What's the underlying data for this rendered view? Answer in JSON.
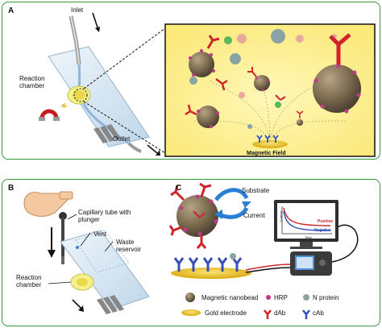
{
  "panel_a": {
    "letter": "A",
    "inlet": "Inlet",
    "reaction_chamber_line1": "Reaction",
    "reaction_chamber_line2": "chamber",
    "outlet": "Outlet",
    "magnetic_field": "Magnetic Field"
  },
  "panel_b": {
    "letter": "B",
    "capillary_line1": "Capillary tube with",
    "capillary_line2": "plunger",
    "vent": "Vent",
    "waste_line1": "Waste",
    "waste_line2": "reservoir",
    "reaction_chamber_line1": "Reaction",
    "reaction_chamber_line2": "chamber"
  },
  "panel_c": {
    "letter": "C",
    "substrate": "Substrate",
    "current": "Current",
    "chart_positive": "Positive",
    "chart_negative": "Negative",
    "chart_ylabel": "Current",
    "chart_xlabel": "Time",
    "legend": {
      "magnetic_nanobead": "Magnetic nanobead",
      "hrp": "HRP",
      "n_protein": "N protein",
      "gold_electrode": "Gold electrode",
      "dab": "dAb",
      "cab": "cAb"
    }
  },
  "colors": {
    "border": "#2f9a3c",
    "bead": "#7b6a4f",
    "hrp": "#c03a8a",
    "dab": "#d0242c",
    "cab": "#3a4fb5",
    "gold": "#e8c21a",
    "n_protein": "#8aa3a4"
  }
}
